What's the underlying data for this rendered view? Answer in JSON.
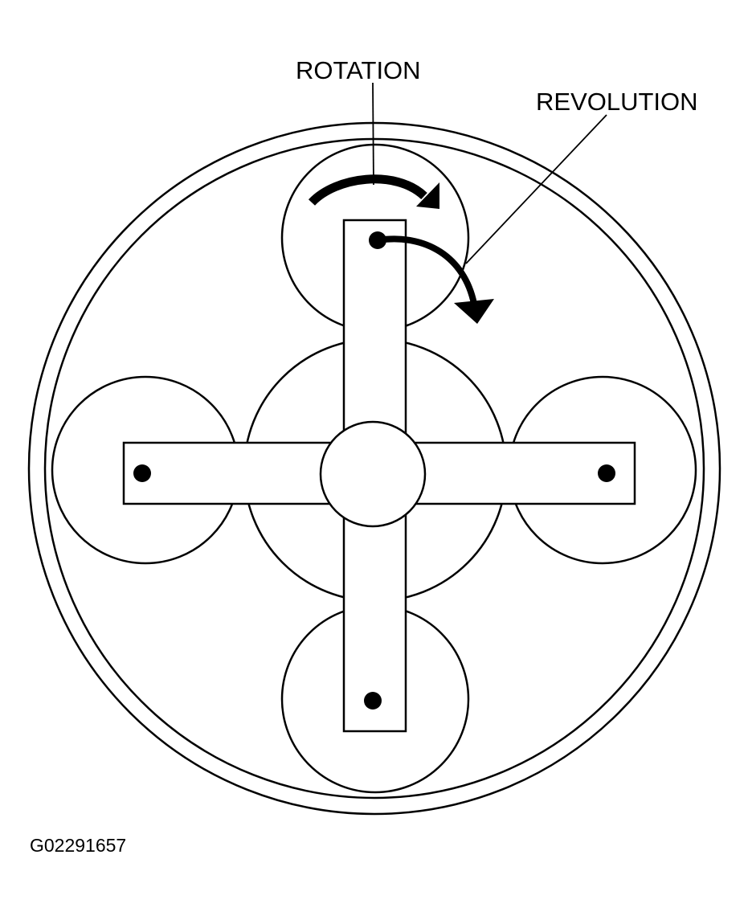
{
  "labels": {
    "rotation": "ROTATION",
    "revolution": "REVOLUTION"
  },
  "figure_id": "G02291657"
}
